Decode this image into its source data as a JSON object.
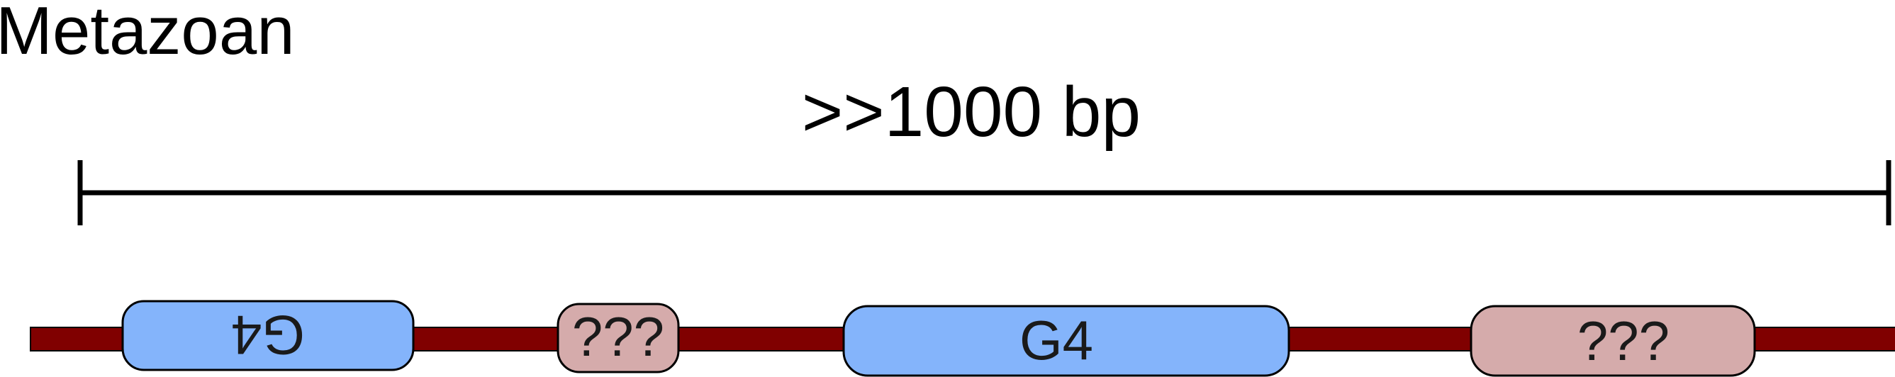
{
  "title": "Metazoan",
  "scale_label": ">>1000 bp",
  "colors": {
    "dna_strand": "#800000",
    "g4_box": "#84b4fb",
    "unknown_box": "#d5abab",
    "outline": "#000000"
  },
  "elements": [
    {
      "label": "G4",
      "kind": "g4",
      "mirrored": true
    },
    {
      "label": "???",
      "kind": "unknown",
      "mirrored": false
    },
    {
      "label": "G4",
      "kind": "g4",
      "mirrored": false
    },
    {
      "label": "???",
      "kind": "unknown",
      "mirrored": false
    }
  ]
}
